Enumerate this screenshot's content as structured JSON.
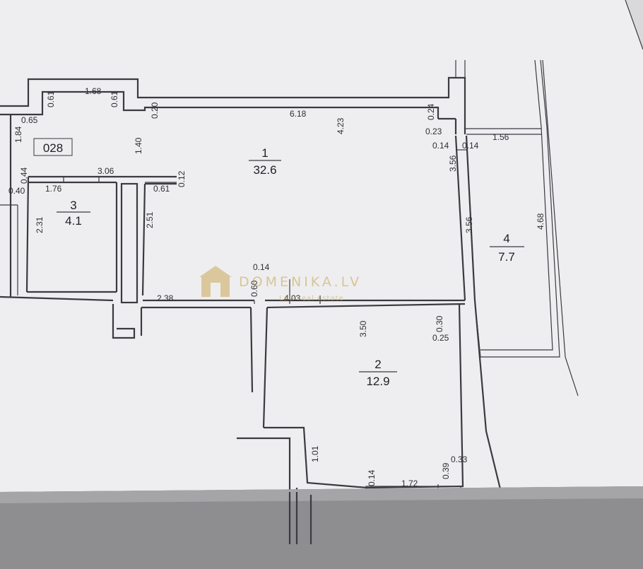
{
  "plan": {
    "top_code": "028",
    "rooms": [
      {
        "number": "1",
        "area": "32.6"
      },
      {
        "number": "2",
        "area": "12.9"
      },
      {
        "number": "3",
        "area": "4.1"
      },
      {
        "number": "4",
        "area": "7.7"
      }
    ],
    "dimensions": [
      "0.61",
      "1.68",
      "0.61",
      "0.65",
      "1.84",
      "0.20",
      "1.40",
      "6.18",
      "4.23",
      "0.24",
      "0.23",
      "0.14",
      "0.14",
      "1.56",
      "3.56",
      "3.56",
      "4.68",
      "0.44",
      "0.40",
      "3.06",
      "0.12",
      "1.76",
      "0.61",
      "2.31",
      "2.51",
      "0.14",
      "0.60",
      "4.03",
      "2.38",
      "3.50",
      "0.30",
      "0.25",
      "1.01",
      "0.14",
      "1.72",
      "0.39",
      "0.33"
    ]
  },
  "watermark": {
    "brand": "DOMENIKA.LV",
    "tagline": "Law real estate"
  },
  "colors": {
    "paper": "#f0f0f2",
    "line": "#3a3a40",
    "watermark": "#c9a24a"
  }
}
